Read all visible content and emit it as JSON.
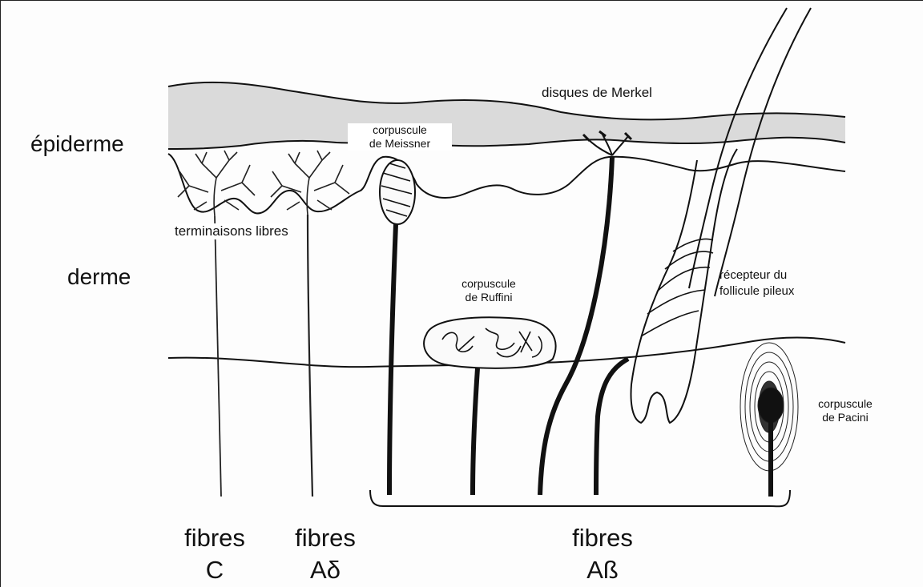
{
  "layers": {
    "epiderme": "épiderme",
    "derme": "derme"
  },
  "structures": {
    "merkel": "disques de Merkel",
    "meissner_1": "corpuscule",
    "meissner_2": "de Meissner",
    "free_endings": "terminaisons libres",
    "ruffini_1": "corpuscule",
    "ruffini_2": "de Ruffini",
    "follicle_1": "récepteur du",
    "follicle_2": "follicule pileux",
    "pacini_1": "corpuscule",
    "pacini_2": "de Pacini"
  },
  "fibers": {
    "c_1": "fibres",
    "c_2": "C",
    "ad_1": "fibres",
    "ad_2": "Aδ",
    "ab_1": "fibres",
    "ab_2": "Aß"
  }
}
